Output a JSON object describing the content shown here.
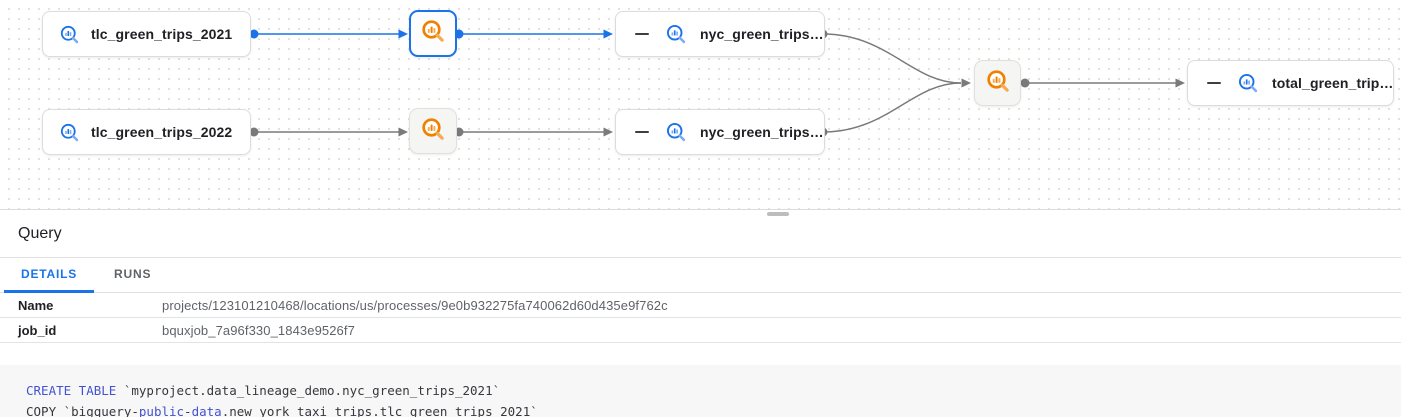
{
  "colors": {
    "accent_blue": "#1a73e8",
    "edge_gray": "#7a7a7a",
    "process_orange": "#e8710a",
    "keyword_blue": "#4353d0",
    "node_border": "#dadce0"
  },
  "graph": {
    "nodes": [
      {
        "type": "table",
        "icon": "bigquery-table-icon",
        "label": "tlc_green_trips_2021"
      },
      {
        "type": "process",
        "icon": "process-search-icon",
        "selected": true
      },
      {
        "type": "table",
        "icon": "bigquery-table-icon",
        "label": "nyc_green_trips…",
        "collapsible": true
      },
      {
        "type": "table",
        "icon": "bigquery-table-icon",
        "label": "tlc_green_trips_2022"
      },
      {
        "type": "process",
        "icon": "process-search-icon",
        "selected": false
      },
      {
        "type": "table",
        "icon": "bigquery-table-icon",
        "label": "nyc_green_trips…",
        "collapsible": true
      },
      {
        "type": "process",
        "icon": "process-search-icon",
        "selected": false
      },
      {
        "type": "table",
        "icon": "bigquery-table-icon",
        "label": "total_green_trip…",
        "collapsible": true
      }
    ]
  },
  "panel": {
    "title": "Query",
    "tabs": [
      {
        "label": "DETAILS",
        "active": true
      },
      {
        "label": "RUNS",
        "active": false
      }
    ],
    "details": [
      {
        "label": "Name",
        "value": "projects/123101210468/locations/us/processes/9e0b932275fa740062d60d435e9f762c"
      },
      {
        "label": "job_id",
        "value": "bquxjob_7a96f330_1843e9526f7"
      }
    ]
  },
  "code": {
    "l1_kw": "CREATE TABLE",
    "l1_rest": " `myproject.data_lineage_demo.nyc_green_trips_2021`",
    "l2_a": "COPY `bigquery",
    "l2_h1": "-",
    "l2_kw1": "public",
    "l2_h2": "-",
    "l2_kw2": "data",
    "l2_rest": ".new_york_taxi_trips.tlc_green_trips_2021`"
  }
}
